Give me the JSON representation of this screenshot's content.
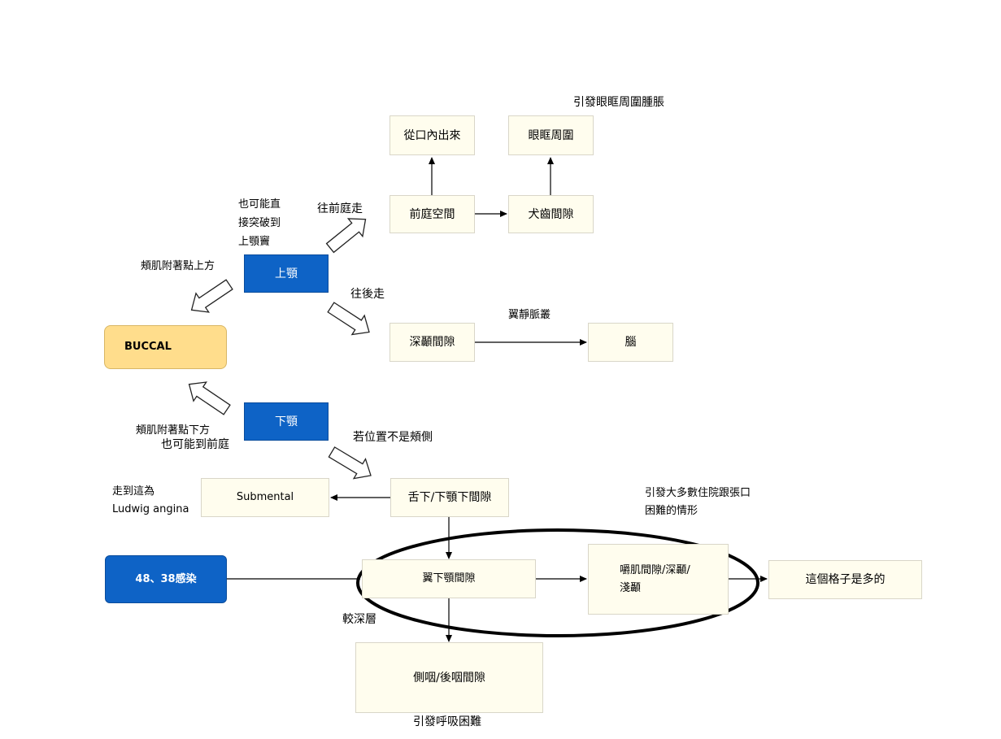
{
  "nodes": {
    "mouth_exit": "從口內出來",
    "periorbital": "眼眶周圍",
    "vestibular": "前庭空間",
    "canine": "犬齒間隙",
    "maxilla": "上顎",
    "mandible": "下顎",
    "buccal": "BUCCAL",
    "deep_temporal": "深顳間隙",
    "brain": "腦",
    "sublingual": "舌下/下顎下間隙",
    "submental": "Submental",
    "infection": "48、38感染",
    "pterygomandibular": "翼下顎間隙",
    "masseteric_line1": "嚼肌間隙/深顳/",
    "masseteric_line2": "淺顳",
    "extra_box": "這個格子是多的",
    "parapharyngeal": "側咽/後咽間隙"
  },
  "labels": {
    "periorbital_swelling": "引發眼眶周圍腫脹",
    "maybe_direct_1": "也可能直",
    "maybe_direct_2": "接突破到",
    "maybe_direct_3": "上顎竇",
    "toward_vestibule": "往前庭走",
    "above_buccinator": "頰肌附著點上方",
    "go_back": "往後走",
    "pterygoid_plexus": "翼靜脈叢",
    "below_buccinator": "頰肌附著點下方",
    "maybe_vestibule": "也可能到前庭",
    "if_not_buccal": "若位置不是頰側",
    "ludwig_1": "走到這為",
    "ludwig_2": "Ludwig angina",
    "trismus_1": "引發大多數住院跟張口",
    "trismus_2": "困難的情形",
    "deeper_layer": "較深層",
    "breathing_difficulty": "引發呼吸困難"
  }
}
